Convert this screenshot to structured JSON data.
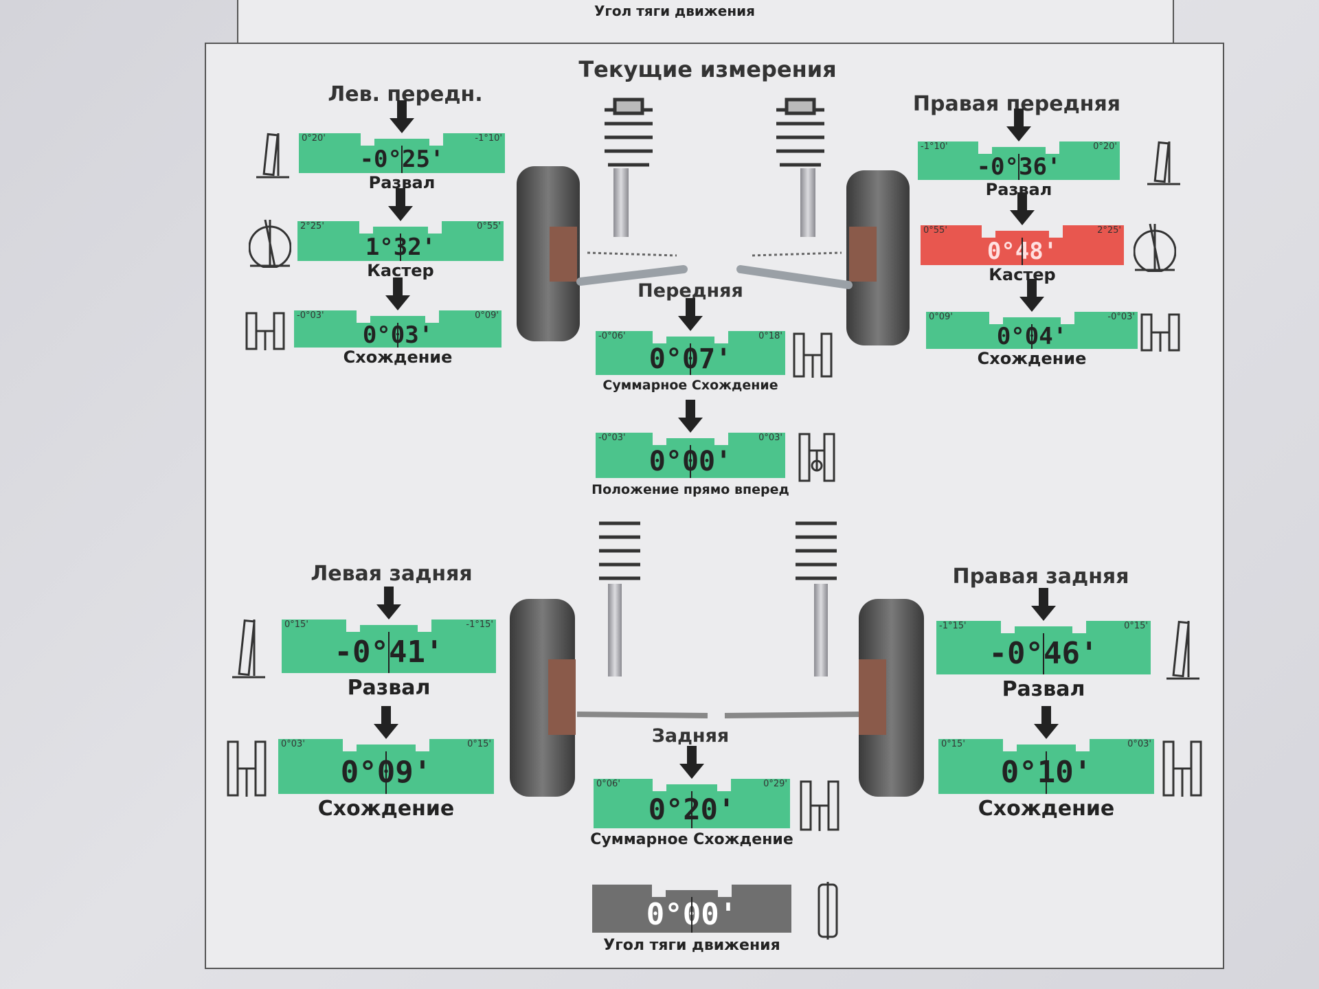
{
  "previous": {
    "caption": "Угол тяги движения"
  },
  "header": {
    "title": "Текущие измерения"
  },
  "front": {
    "left_title": "Лев. передн.",
    "right_title": "Правая передняя",
    "axle_label": "Передняя",
    "left": {
      "camber": {
        "min": "0°20'",
        "max": "-1°10'",
        "value": "-0°25'",
        "label": "Развал"
      },
      "caster": {
        "min": "2°25'",
        "max": "0°55'",
        "value": "1°32'",
        "label": "Кастер"
      },
      "toe": {
        "min": "-0°03'",
        "max": "0°09'",
        "value": "0°03'",
        "label": "Схождение"
      }
    },
    "right": {
      "camber": {
        "min": "-1°10'",
        "max": "0°20'",
        "value": "-0°36'",
        "label": "Развал"
      },
      "caster": {
        "min": "0°55'",
        "max": "2°25'",
        "value": "0°48'",
        "label": "Кастер"
      },
      "toe": {
        "min": "0°09'",
        "max": "-0°03'",
        "value": "0°04'",
        "label": "Схождение"
      }
    },
    "total_toe": {
      "min": "-0°06'",
      "max": "0°18'",
      "value": "0°07'",
      "label": "Суммарное Схождение"
    },
    "straight_ahead": {
      "min": "-0°03'",
      "max": "0°03'",
      "value": "0°00'",
      "label": "Положение прямо вперед"
    }
  },
  "rear": {
    "left_title": "Левая задняя",
    "right_title": "Правая задняя",
    "axle_label": "Задняя",
    "left": {
      "camber": {
        "min": "0°15'",
        "max": "-1°15'",
        "value": "-0°41'",
        "label": "Развал"
      },
      "toe": {
        "min": "0°03'",
        "max": "0°15'",
        "value": "0°09'",
        "label": "Схождение"
      }
    },
    "right": {
      "camber": {
        "min": "-1°15'",
        "max": "0°15'",
        "value": "-0°46'",
        "label": "Развал"
      },
      "toe": {
        "min": "0°15'",
        "max": "0°03'",
        "value": "0°10'",
        "label": "Схождение"
      }
    },
    "total_toe": {
      "min": "0°06'",
      "max": "0°29'",
      "value": "0°20'",
      "label": "Суммарное Схождение"
    },
    "thrust_angle": {
      "value": "0°00'",
      "label": "Угол тяги движения"
    }
  },
  "colors": {
    "ok": "#4cc48c",
    "out_of_range": "#e8574f",
    "neutral": "#6f6f6f",
    "text": "#222222"
  }
}
